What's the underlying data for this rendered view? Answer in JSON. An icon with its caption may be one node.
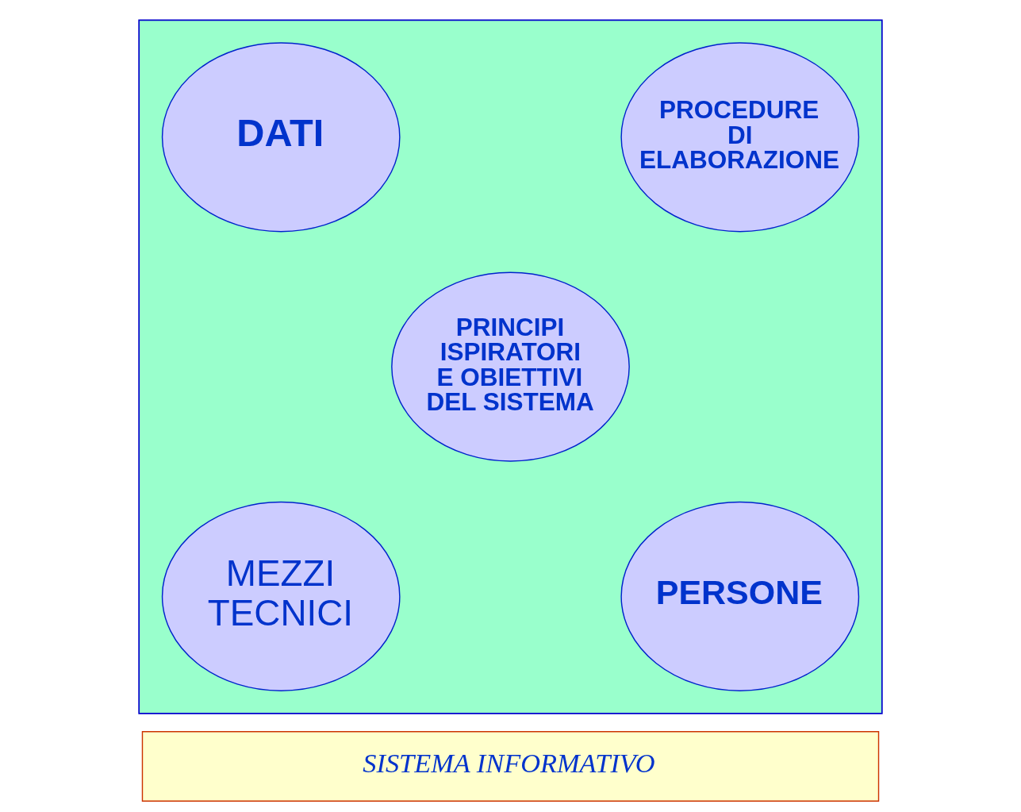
{
  "diagram": {
    "nodes": [
      {
        "text": [],
        "shape": "box"
      },
      {
        "text": [
          "DATI"
        ],
        "in": 0
      },
      {
        "text": [
          "PROCEDURE DI ELABORAZIONE"
        ],
        "in": 0
      },
      {
        "text": [
          "PRINCIPI ISPIRATORI E OBIETTIVI DEL SISTEMA"
        ],
        "in": 0
      },
      {
        "text": [
          "MEZZI TECNICI"
        ],
        "in": 0
      },
      {
        "text": [
          "PERSONE"
        ],
        "in": 0
      },
      {
        "text": [
          "SISTEMA INFORMATIVO"
        ]
      }
    ],
    "edges": []
  }
}
